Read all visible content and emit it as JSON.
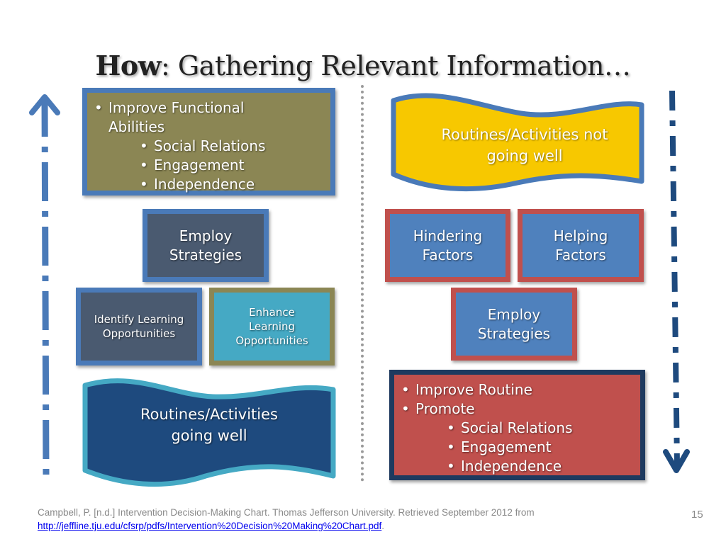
{
  "title": {
    "bold": "How",
    "rest": ": Gathering Relevant Information…"
  },
  "left": {
    "goals_box": {
      "items": [
        {
          "text": "Improve Functional Abilities",
          "level": 1
        },
        {
          "text": "Social Relations",
          "level": 2
        },
        {
          "text": "Engagement",
          "level": 2
        },
        {
          "text": "Independence",
          "level": 2
        }
      ]
    },
    "employ": "Employ Strategies",
    "identify": "Identify Learning Opportunities",
    "enhance": "Enhance Learning Opportunities",
    "banner": "Routines/Activities going well"
  },
  "right": {
    "banner": "Routines/Activities not going well",
    "hindering": "Hindering Factors",
    "helping": "Helping Factors",
    "employ": "Employ Strategies",
    "goals_box": {
      "items": [
        {
          "text": "Improve Routine",
          "level": 1
        },
        {
          "text": "Promote",
          "level": 1
        },
        {
          "text": "Social Relations",
          "level": 2
        },
        {
          "text": "Engagement",
          "level": 2
        },
        {
          "text": "Independence",
          "level": 2
        }
      ]
    }
  },
  "footer": {
    "citation": "Campbell, P. [n.d.] Intervention Decision-Making Chart. Thomas Jefferson University. Retrieved September 2012 from",
    "link": "http://jeffline.tju.edu/cfsrp/pdfs/Intervention%20Decision%20Making%20Chart.pdf",
    "link_suffix": "."
  },
  "page_number": "15",
  "colors": {
    "olive": "#8b8654",
    "blue_border": "#4a7ab8",
    "slate": "#4a5a70",
    "teal": "#45a9c4",
    "navy": "#1e4a7e",
    "gold": "#f7c800",
    "red": "#c0504d",
    "mid_blue": "#4f81bd",
    "dark_navy": "#1e3a5f"
  },
  "icons": {
    "left_arrow": "arrow-up-icon",
    "right_arrow": "arrow-down-icon"
  }
}
